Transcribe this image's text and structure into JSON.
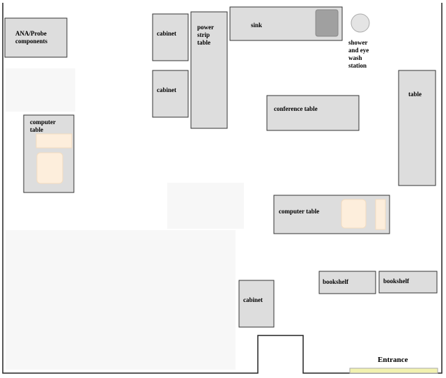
{
  "labels": {
    "ana_probe": "ANA/Probe\ncomponents",
    "cabinet_top": "cabinet",
    "cabinet_mid": "cabinet",
    "power_strip_table": "power\nstrip\ntable",
    "sink": "sink",
    "shower": "shower\nand eye\nwash\nstation",
    "table_right": "table",
    "conference_table": "conference table",
    "computer_table_left": "computer\ntable",
    "computer_table_right": "computer table",
    "bookshelf_1": "bookshelf",
    "bookshelf_2": "bookshelf",
    "cabinet_bottom": "cabinet",
    "entrance": "Entrance"
  },
  "colors": {
    "furniture": "#dddddd",
    "outline": "#333333",
    "monitor": "#fdeedc",
    "sink_basin": "#a0a0a0",
    "shower": "#e4e4e4",
    "entrance": "#f2f2b0"
  }
}
